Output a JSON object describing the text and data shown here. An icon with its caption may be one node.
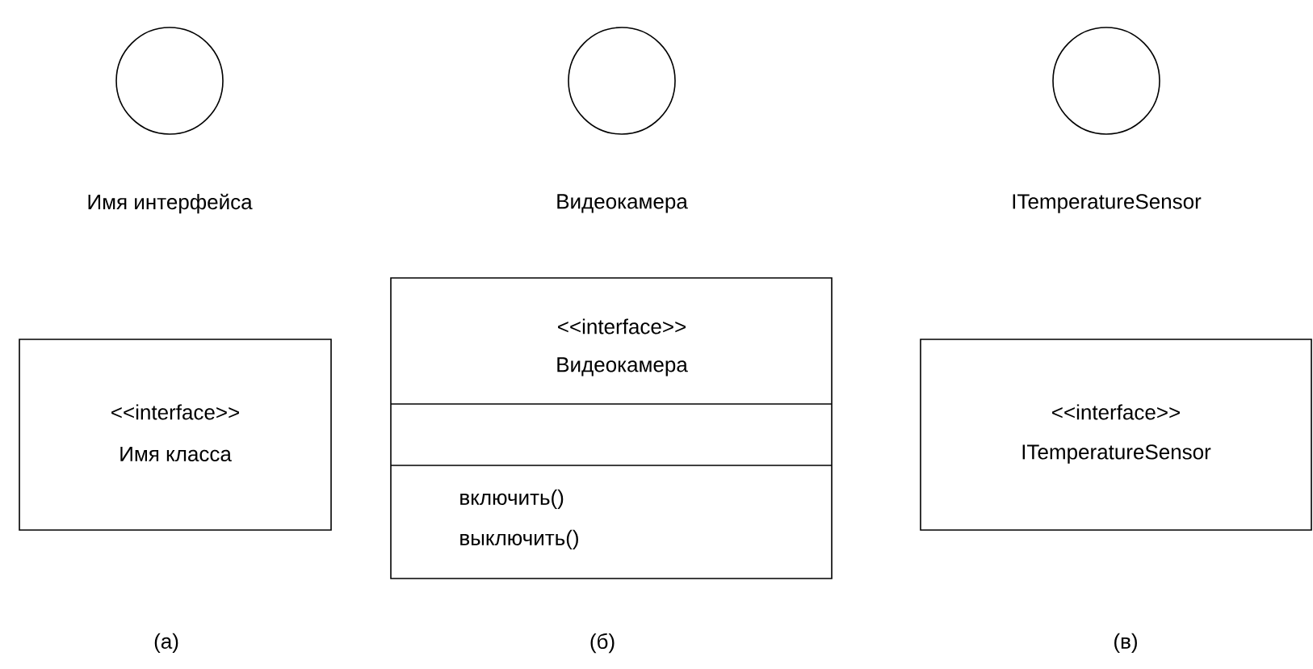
{
  "diagram": {
    "nodes": [
      {
        "text": [
          "Имя интерфейса"
        ]
      },
      {
        "text": [
          "Видеокамера"
        ]
      },
      {
        "text": [
          "ITemperatureSensor"
        ]
      },
      {
        "text": [
          "<<interface>>",
          "Имя класса"
        ]
      },
      {
        "text": [
          "<<interface>>",
          "Видеокамера",
          "включить()",
          "выключить()"
        ]
      },
      {
        "text": [
          "<<interface>>",
          "ITemperatureSensor"
        ]
      }
    ],
    "labels": [
      "(а)",
      "(б)",
      "(в)"
    ]
  }
}
